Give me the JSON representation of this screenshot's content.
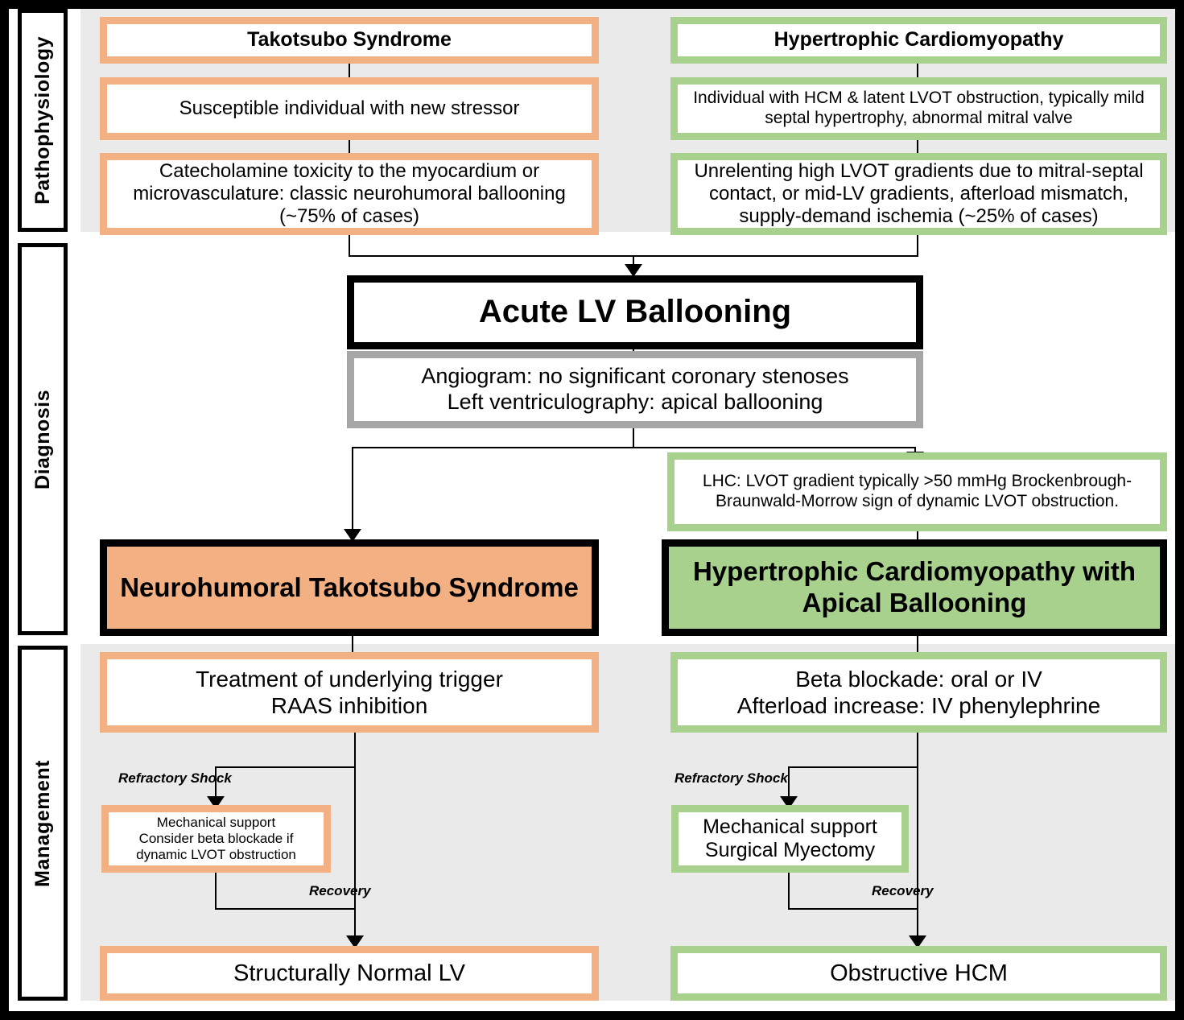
{
  "sections": [
    {
      "label": "Pathophysiology"
    },
    {
      "label": "Diagnosis"
    },
    {
      "label": "Management"
    }
  ],
  "pathophysiology": {
    "left": {
      "title": "Takotsubo Syndrome",
      "step1": "Susceptible individual with new stressor",
      "step2": "Catecholamine toxicity to the myocardium or microvasculature: classic neurohumoral ballooning (~75% of cases)"
    },
    "right": {
      "title": "Hypertrophic Cardiomyopathy",
      "step1": "Individual with HCM & latent LVOT obstruction, typically mild septal hypertrophy, abnormal mitral valve",
      "step2": "Unrelenting high LVOT gradients due to mitral-septal contact, or mid-LV gradients, afterload mismatch, supply-demand ischemia (~25% of cases)"
    }
  },
  "diagnosis": {
    "converged": "Acute LV Ballooning",
    "workup": "Angiogram: no significant coronary stenoses\nLeft ventriculography: apical ballooning",
    "workup_line1": "Angiogram: no significant coronary stenoses",
    "workup_line2": "Left ventriculography: apical ballooning",
    "lhc": "LHC: LVOT gradient typically >50 mmHg Brockenbrough-Braunwald-Morrow sign of dynamic LVOT obstruction.",
    "result_left": "Neurohumoral Takotsubo Syndrome",
    "result_right": "Hypertrophic Cardiomyopathy with Apical Ballooning"
  },
  "management": {
    "left": {
      "treatment_line1": "Treatment of underlying trigger",
      "treatment_line2": "RAAS inhibition",
      "shock_label": "Refractory Shock",
      "shock_box_line1": "Mechanical support",
      "shock_box_line2": "Consider beta blockade if",
      "shock_box_line3": "dynamic LVOT obstruction",
      "recovery_label": "Recovery",
      "outcome": "Structurally Normal LV"
    },
    "right": {
      "treatment_line1": "Beta blockade: oral or IV",
      "treatment_line2": "Afterload increase: IV phenylephrine",
      "shock_label": "Refractory Shock",
      "shock_box_line1": "Mechanical support",
      "shock_box_line2": "Surgical Myectomy",
      "recovery_label": "Recovery",
      "outcome": "Obstructive HCM"
    }
  },
  "colors": {
    "takotsubo": "#F2B083",
    "hcm": "#A9D18E",
    "neutral": "#A6A6A6",
    "band": "#eaeaea",
    "frame": "#000000"
  }
}
